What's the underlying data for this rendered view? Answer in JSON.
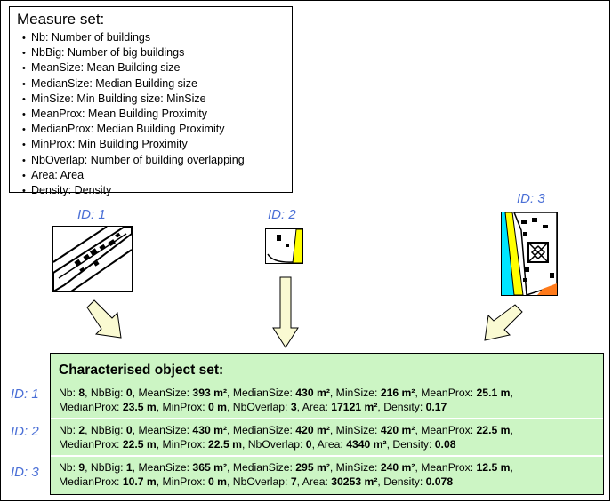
{
  "measure_set": {
    "title": "Measure set:",
    "items": [
      "Nb: Number of buildings",
      "NbBig: Number of big buildings",
      "MeanSize: Mean Building size",
      "MedianSize: Median Building size",
      "MinSize: Min Building size: MinSize",
      "MeanProx: Mean Building Proximity",
      "MedianProx: Median Building Proximity",
      "MinProx: Min Building Proximity",
      "NbOverlap: Number of building overlapping",
      "Area: Area",
      "Density: Density"
    ]
  },
  "objects": [
    {
      "id_label": "ID: 1"
    },
    {
      "id_label": "ID: 2"
    },
    {
      "id_label": "ID: 3"
    }
  ],
  "characterised": {
    "title": "Characterised object set:",
    "rows": [
      {
        "id_label": "ID: 1",
        "line1": [
          [
            "Nb: ",
            "8"
          ],
          [
            ", NbBig: ",
            "0"
          ],
          [
            ", MeanSize:  ",
            "393 m²"
          ],
          [
            ", MedianSize: ",
            "430 m²"
          ],
          [
            ", MinSize: ",
            "216 m²"
          ],
          [
            ", MeanProx: ",
            "25.1 m"
          ],
          [
            ",",
            ""
          ]
        ],
        "line2": [
          [
            "MedianProx: ",
            "23.5 m"
          ],
          [
            ", MinProx: ",
            "0 m"
          ],
          [
            ", NbOverlap: ",
            "3"
          ],
          [
            ", Area: ",
            "17121 m²"
          ],
          [
            ", Density: ",
            "0.17"
          ]
        ]
      },
      {
        "id_label": "ID: 2",
        "line1": [
          [
            "Nb: ",
            "2"
          ],
          [
            ", NbBig: ",
            "0"
          ],
          [
            ", MeanSize:  ",
            "430 m²"
          ],
          [
            ", MedianSize: ",
            "420 m²"
          ],
          [
            ", MinSize: ",
            "420 m²"
          ],
          [
            ", MeanProx: ",
            "22.5 m"
          ],
          [
            ",",
            ""
          ]
        ],
        "line2": [
          [
            "MedianProx: ",
            "22.5 m"
          ],
          [
            ", MinProx: ",
            "22.5 m"
          ],
          [
            ", NbOverlap: ",
            "0"
          ],
          [
            ", Area: ",
            "4340 m²"
          ],
          [
            ", Density: ",
            "0.08"
          ]
        ]
      },
      {
        "id_label": "ID: 3",
        "line1": [
          [
            "Nb: ",
            "9"
          ],
          [
            ", NbBig: ",
            "1"
          ],
          [
            ", MeanSize: ",
            "365 m²"
          ],
          [
            ", MedianSize: ",
            "295 m²"
          ],
          [
            ", MinSize: ",
            "240 m²"
          ],
          [
            ", MeanProx: ",
            "12.5 m"
          ],
          [
            ",",
            ""
          ]
        ],
        "line2": [
          [
            "MedianProx: ",
            "10.7 m"
          ],
          [
            ", MinProx: ",
            "0 m"
          ],
          [
            ", NbOverlap: ",
            "7"
          ],
          [
            ", Area: ",
            "30253 m²"
          ],
          [
            ", Density: ",
            "0.078"
          ]
        ]
      }
    ]
  },
  "colors": {
    "id_label": "#4a6fd6",
    "result_background": "#ccf5c4",
    "arrow_fill": "#fafad2",
    "road_yellow": "#ffff00",
    "water_cyan": "#00e5ff",
    "ground_orange": "#ff7a1a"
  }
}
